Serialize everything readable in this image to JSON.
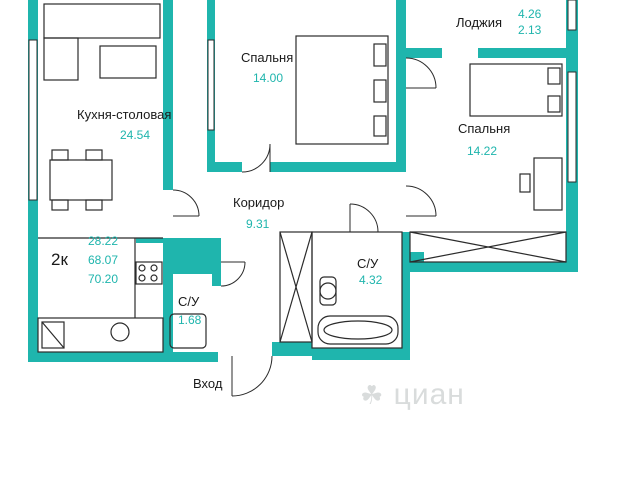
{
  "colors": {
    "wall": "#1fb5ad",
    "line": "#2b2b2b",
    "area_text": "#1fb5ad",
    "text": "#1a1a1a",
    "watermark": "#d9dcdc"
  },
  "rooms": {
    "kitchen": {
      "name": "Кухня-столовая",
      "area": "24.54"
    },
    "bedroom1": {
      "name": "Спальня",
      "area": "14.00"
    },
    "bedroom2": {
      "name": "Спальня",
      "area": "14.22"
    },
    "loggia": {
      "name": "Лоджия",
      "area_full": "4.26",
      "area_reduced": "2.13"
    },
    "corridor": {
      "name": "Коридор",
      "area": "9.31"
    },
    "bath_small": {
      "name": "С/У",
      "area": "1.68"
    },
    "bath_large": {
      "name": "С/У",
      "area": "4.32"
    }
  },
  "summary": {
    "rooms": "2к",
    "living_area": "28.22",
    "total_area": "68.07",
    "total_area_loggia": "70.20"
  },
  "entrance": {
    "label": "Вход"
  },
  "watermark": {
    "text": "циан",
    "icon": "cian-logo-icon"
  }
}
